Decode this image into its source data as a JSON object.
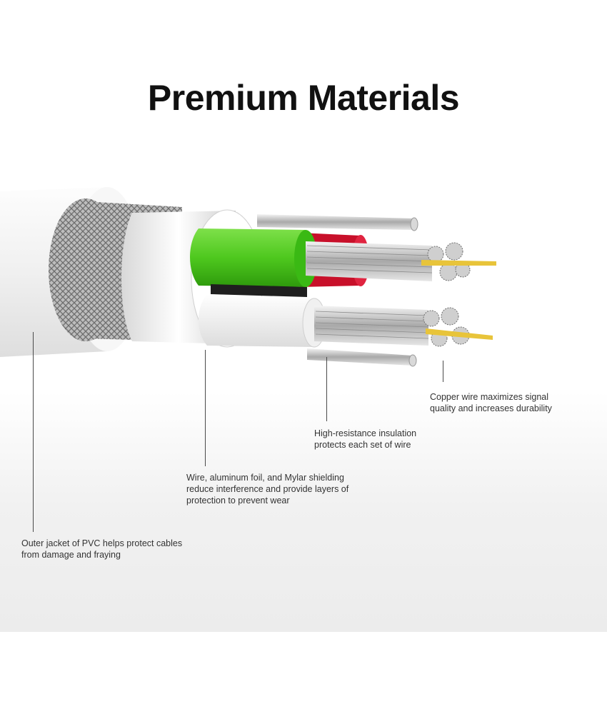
{
  "title": "Premium Materials",
  "callouts": {
    "copper": {
      "lines": [
        "Copper wire maximizes signal",
        "quality and increases durability"
      ]
    },
    "insulation": {
      "lines": [
        "High-resistance insulation",
        "protects each set of wire"
      ]
    },
    "shielding": {
      "lines": [
        "Wire, aluminum foil, and Mylar shielding",
        "reduce interference and provide layers of",
        "protection to prevent wear"
      ]
    },
    "jacket": {
      "lines": [
        "Outer jacket of PVC helps protect cables",
        "from damage and fraying"
      ]
    }
  },
  "colors": {
    "green_insulation": "#4ec81e",
    "red_insulation": "#c8102a",
    "copper_core": "#e8c43a",
    "jacket": "#f4f4f4"
  }
}
